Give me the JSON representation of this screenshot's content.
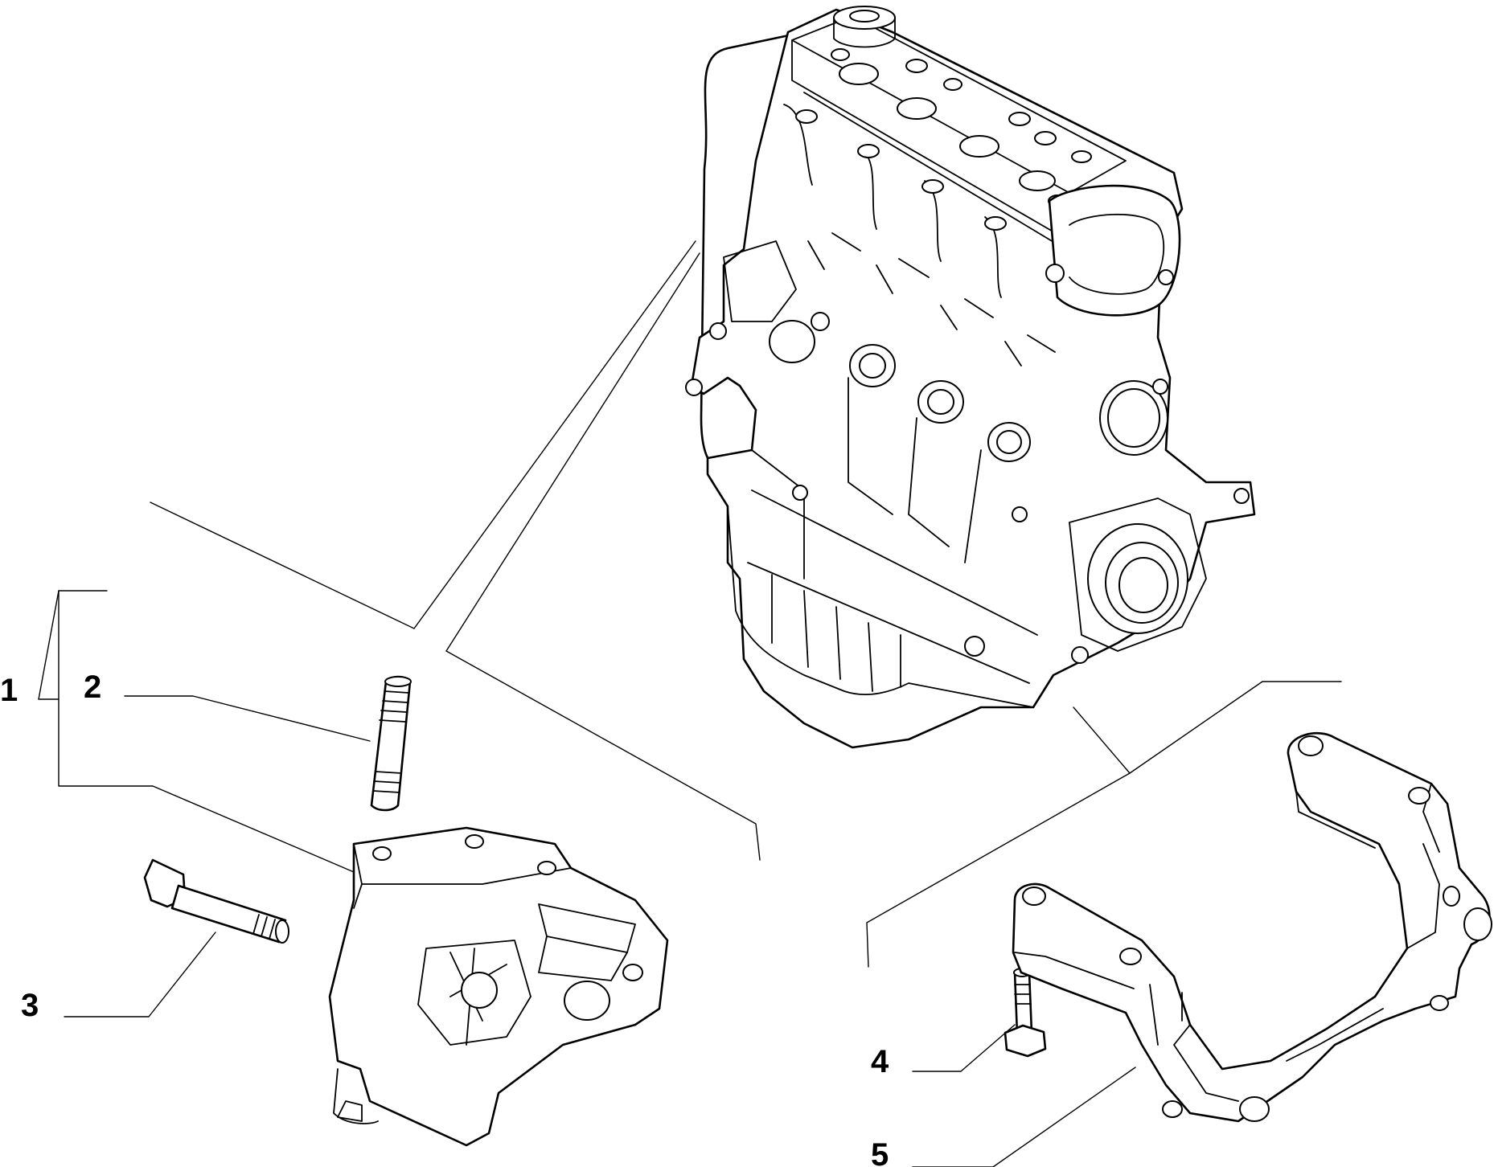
{
  "callouts": [
    {
      "id": "1",
      "label": "1"
    },
    {
      "id": "2",
      "label": "2"
    },
    {
      "id": "3",
      "label": "3"
    },
    {
      "id": "4",
      "label": "4"
    },
    {
      "id": "5",
      "label": "5"
    }
  ],
  "parts": [
    {
      "id": "engine",
      "name": "engine-assembly"
    },
    {
      "id": "stud",
      "name": "stud"
    },
    {
      "id": "bracket",
      "name": "engine-mount-bracket"
    },
    {
      "id": "long-bolt",
      "name": "bolt"
    },
    {
      "id": "short-bolt",
      "name": "bolt"
    },
    {
      "id": "crossmember",
      "name": "support-bracket"
    }
  ]
}
